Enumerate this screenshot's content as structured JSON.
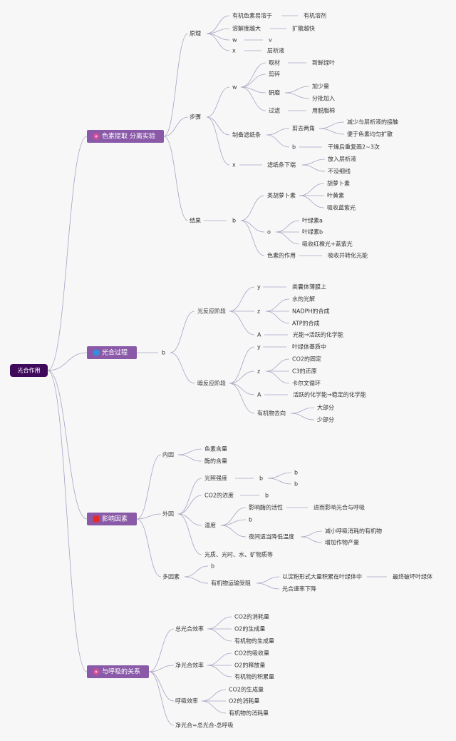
{
  "colors": {
    "root_bg": "#3f0a5c",
    "branch_bg": "#8a5aa8",
    "line": "#a9a3c4",
    "text": "#333333",
    "icon_pink": "#d64b9a",
    "icon_blue": "#2f8fe0",
    "icon_red": "#e52a2a"
  },
  "root": {
    "label": "光合作用"
  },
  "branches": {
    "pigment": {
      "label": "色素提取 分离实验",
      "icon": "flower-icon",
      "principle": {
        "label": "原理",
        "i1": "有机色素易溶于",
        "i1v": "有机溶剂",
        "i2": "溶解度越大",
        "i2v": "扩散越快",
        "i3": "w",
        "i3v": "v",
        "i4": "x",
        "i4v": "层析液"
      },
      "steps": {
        "label": "步骤",
        "w": "w",
        "take": "取材",
        "take_v": "新鲜绿叶",
        "cut": "剪碎",
        "grind": "研磨",
        "grind_a": "加少量",
        "grind_b": "分批加入",
        "filter": "过滤",
        "filter_v": "用脱脂棉",
        "strip": "制备滤纸条",
        "cut_corner": "剪去两角",
        "corner_a": "减少与层析液的接触",
        "corner_b": "便于色素均匀扩散",
        "b": "b",
        "b_v": "干燥后重复画2~3次",
        "x": "x",
        "bottom": "滤纸条下端",
        "bottom_a": "放入层析液",
        "bottom_b": "不没细线"
      },
      "result": {
        "label": "结果",
        "b": "b",
        "carotenoid": "类胡萝卜素",
        "car_a": "胡萝卜素",
        "car_b": "叶黄素",
        "car_c": "吸收蓝紫光",
        "o": "o",
        "chl_a": "叶绿素a",
        "chl_b": "叶绿素b",
        "chl_c": "吸收红橙光+蓝紫光",
        "role": "色素的作用",
        "role_v": "吸收并转化光能"
      }
    },
    "process": {
      "label": "光合过程",
      "icon": "blue-dot-icon",
      "b": "b",
      "light": {
        "label": "光反应阶段",
        "y": "y",
        "y_v": "类囊体薄膜上",
        "z": "z",
        "z_a": "水的光解",
        "z_b": "NADPH的合成",
        "z_c": "ATP的合成",
        "a": "A",
        "a_v": "光能→活跃的化学能"
      },
      "dark": {
        "label": "暗反应阶段",
        "y": "y",
        "y_v": "叶绿体基质中",
        "z": "z",
        "z_a": "CO2的固定",
        "z_b": "C3的还原",
        "z_c": "卡尔文循环",
        "a": "A",
        "a_v": "活跃的化学能→稳定的化学能",
        "org": "有机物去向",
        "org_a": "大部分",
        "org_b": "少部分"
      }
    },
    "factors": {
      "label": "影响因素",
      "icon": "red-square-icon",
      "internal": {
        "label": "内因",
        "a": "色素含量",
        "b": "酶的含量"
      },
      "external": {
        "label": "外因",
        "light": "光照强度",
        "light_b": "b",
        "light_b1": "b",
        "light_b2": "b",
        "co2": "CO2的浓度",
        "co2_b": "b",
        "temp": "温度",
        "enzyme": "影响酶的活性",
        "enzyme_v": "进而影响光合与呼吸",
        "temp_b": "b",
        "night": "夜间适当降低温度",
        "night_a": "减小呼吸消耗的有机物",
        "night_b": "增加作物产量",
        "other": "光质、光时、水、矿物质等"
      },
      "multi": {
        "label": "多因素",
        "b": "b",
        "transport": "有机物运输受阻",
        "starch": "以淀粉形式大量积累在叶绿体中",
        "starch_v": "最终破坏叶绿体",
        "rate": "光合速率下降"
      }
    },
    "respiration": {
      "label": "与呼吸的关系",
      "icon": "flower-icon",
      "gross": {
        "label": "总光合效率",
        "a": "CO2的消耗量",
        "b": "O2的生成量",
        "c": "有机物的生成量"
      },
      "net": {
        "label": "净光合效率",
        "a": "CO2的吸收量",
        "b": "O2的释放量",
        "c": "有机物的积累量"
      },
      "resp": {
        "label": "呼吸效率",
        "a": "CO2的生成量",
        "b": "O2的消耗量",
        "c": "有机物的消耗量"
      },
      "formula": "净光合=总光合-总呼吸"
    }
  }
}
